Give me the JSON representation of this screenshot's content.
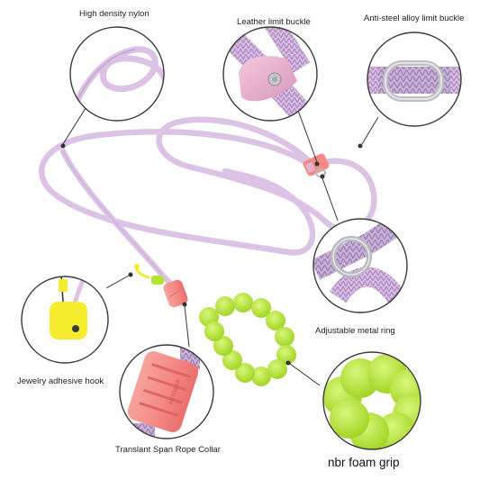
{
  "labels": {
    "high_density_nylon": "High density nylon",
    "leather_limit_buckle": "Leather limit buckle",
    "anti_steel_buckle": "Anti-steel alloy limit buckle",
    "adjustable_ring": "Adjustable metal ring",
    "jewelry_hook": "Jewelry adhesive hook",
    "rope_collar": "Translant Span Rope Collar",
    "foam_grip": "nbr foam grip",
    "collar_embossed_text": "PETGEAR"
  },
  "colors": {
    "rope": "#dcc3e6",
    "rope_shade": "#b99bcb",
    "leather": "#e7b2cf",
    "coral": "#f4888a",
    "green": "#b5e534",
    "yellow": "#f4ec2c",
    "metal": "#c4c4c8",
    "circle_stroke": "#3b3b3b"
  }
}
